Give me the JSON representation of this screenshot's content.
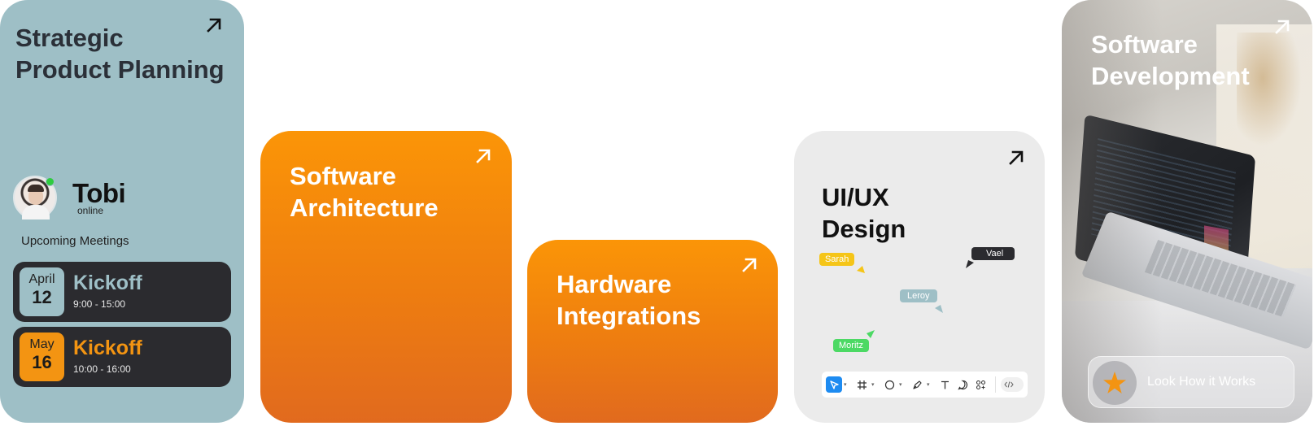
{
  "strategic_card": {
    "title_line1": "Strategic",
    "title_line2": "Product Planning",
    "user": {
      "name": "Tobi",
      "status": "online"
    },
    "upcoming_label": "Upcoming Meetings",
    "meetings": [
      {
        "month": "April",
        "day": "12",
        "title": "Kickoff",
        "time": "9:00 - 15:00"
      },
      {
        "month": "May",
        "day": "16",
        "title": "Kickoff",
        "time": "10:00 - 16:00"
      }
    ]
  },
  "architecture_card": {
    "title_line1": "Software",
    "title_line2": "Architecture"
  },
  "hardware_card": {
    "title_line1": "Hardware",
    "title_line2": "Integrations"
  },
  "uiux_card": {
    "title_line1": "UI/UX",
    "title_line2": "Design",
    "collaborators": [
      {
        "name": "Sarah",
        "color": "#f5c518"
      },
      {
        "name": "Vael",
        "color": "#2b2b2f"
      },
      {
        "name": "Leroy",
        "color": "#9ebfc6"
      },
      {
        "name": "Moritz",
        "color": "#4cd964"
      }
    ],
    "toolbar_tools": [
      "move-tool",
      "frame-tool",
      "shape-tool",
      "pen-tool",
      "text-tool",
      "comment-tool",
      "components-tool",
      "dev-mode-tool"
    ]
  },
  "dev_card": {
    "title_line1": "Software",
    "title_line2": "Development",
    "cta_label": "Look How it Works"
  },
  "colors": {
    "teal": "#9ebfc6",
    "orange": "#f39412",
    "dark": "#2b2b2f",
    "light_gray": "#ebebeb",
    "online_green": "#2ecc40",
    "toolbar_active": "#1d8bf1"
  }
}
